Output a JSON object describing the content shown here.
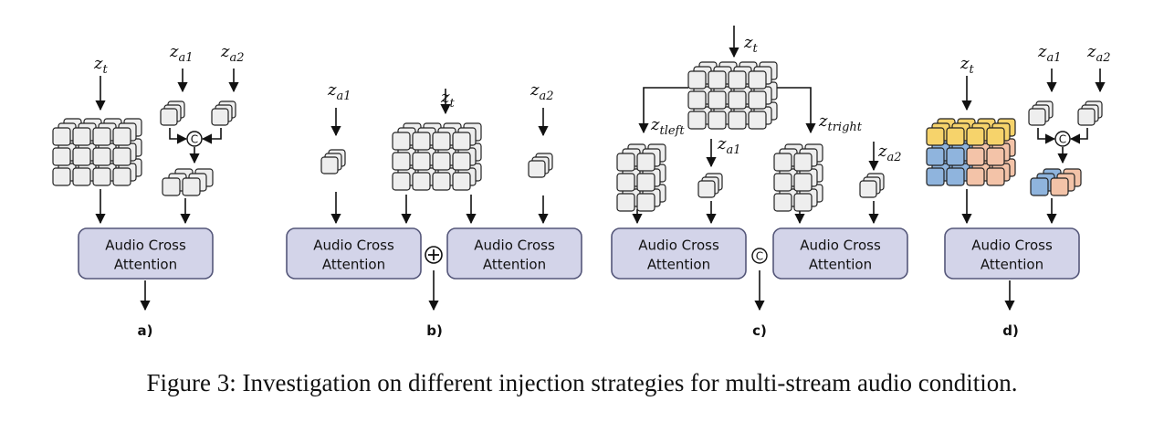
{
  "panels": [
    {
      "id": "a",
      "label": "a)",
      "inputs": {
        "zt": [
          "z",
          "t"
        ],
        "za1": [
          "z",
          "a1"
        ],
        "za2": [
          "z",
          "a2"
        ]
      },
      "operator": "©",
      "box": [
        "Audio Cross",
        "Attention"
      ]
    },
    {
      "id": "b",
      "label": "b)",
      "inputs": {
        "za1": [
          "z",
          "a1"
        ],
        "zt": [
          "z",
          "t"
        ],
        "za2": [
          "z",
          "a2"
        ]
      },
      "operator": "⊕",
      "boxes": [
        [
          "Audio Cross",
          "Attention"
        ],
        [
          "Audio Cross",
          "Attention"
        ]
      ]
    },
    {
      "id": "c",
      "label": "c)",
      "inputs": {
        "zt": [
          "z",
          "t"
        ],
        "ztleft": [
          "z",
          "tleft"
        ],
        "ztright": [
          "z",
          "tright"
        ],
        "za1": [
          "z",
          "a1"
        ],
        "za2": [
          "z",
          "a2"
        ]
      },
      "operator": "©",
      "boxes": [
        [
          "Audio Cross",
          "Attention"
        ],
        [
          "Audio Cross",
          "Attention"
        ]
      ]
    },
    {
      "id": "d",
      "label": "d)",
      "inputs": {
        "zt": [
          "z",
          "t"
        ],
        "za1": [
          "z",
          "a1"
        ],
        "za2": [
          "z",
          "a2"
        ]
      },
      "operator": "©",
      "box": [
        "Audio Cross",
        "Attention"
      ]
    }
  ],
  "colors": {
    "box_fill": "#d3d4e9",
    "box_stroke": "#55577a",
    "cube_fill": "#eeeeee",
    "yellow": "#f6d36b",
    "peach": "#f3c3a8",
    "blue": "#8fb4dd"
  },
  "caption": "Figure 3: Investigation on different injection strategies for multi-stream audio condition."
}
